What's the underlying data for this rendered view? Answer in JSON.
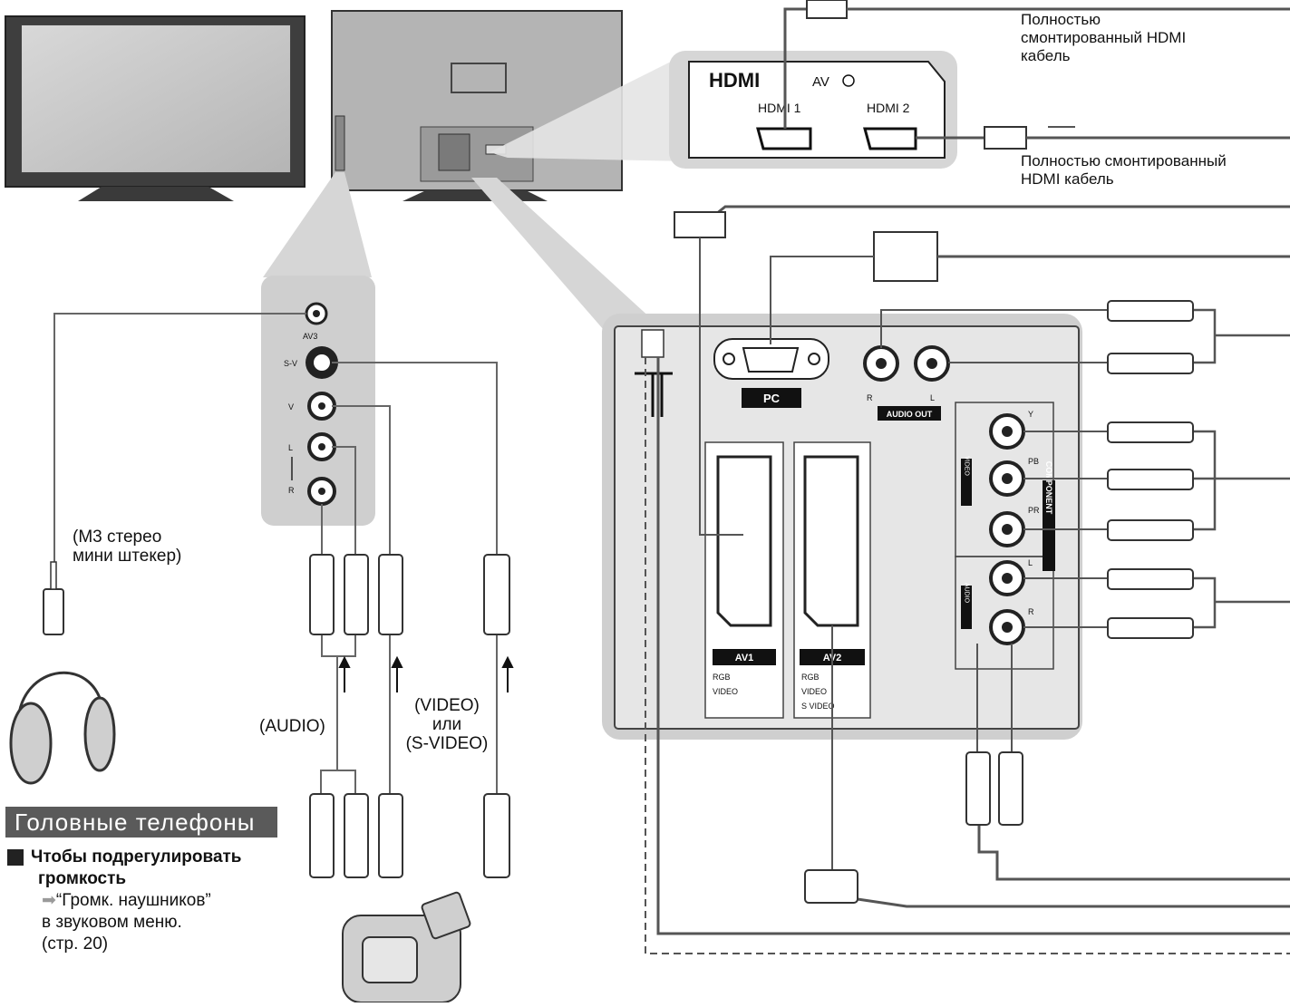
{
  "hdmi_panel": {
    "logo": "HDMI",
    "av_label": "AV",
    "port1": "HDMI 1",
    "port2": "HDMI 2"
  },
  "hdmi_cable_1": "Полностью\nсмонтированный HDMI\nкабель",
  "hdmi_cable_2": "Полностью смонтированный\nHDMI кабель",
  "side_panel": {
    "av3": "AV3",
    "sv": "S-V",
    "v": "V",
    "l": "L",
    "r": "R"
  },
  "rear_panel": {
    "pc": "PC",
    "audio_out": "AUDIO OUT",
    "audio_r": "R",
    "audio_l": "L",
    "comp_y": "Y",
    "comp_pb": "PB",
    "comp_pr": "PR",
    "comp_l": "L",
    "comp_r": "R",
    "video_vertical": "VIDEO",
    "audio_vertical": "AUDIO",
    "component_vertical": "COMPONENT",
    "av1_label": "AV1",
    "av2_label": "AV2",
    "av1_rgb": "RGB",
    "av1_video": "VIDEO",
    "av2_rgb": "RGB",
    "av2_video": "VIDEO",
    "av2_svideo": "S VIDEO"
  },
  "labels": {
    "m3_plug": "(M3 стерео\nмини штекер)",
    "audio": "(AUDIO)",
    "video": "(VIDEO)\nили\n(S-VIDEO)"
  },
  "headphones": {
    "title": "Головные  телефоны",
    "adjust_line1": "Чтобы подрегулировать",
    "adjust_line2": "громкость",
    "ref_line1": "“Громк. наушников”",
    "ref_line2": "в  звуковом  меню.",
    "ref_line3": "(стр. 20)"
  },
  "colors": {
    "panel_gray": "#cfcfcf",
    "panel_light": "#e6e6e6",
    "line": "#555555",
    "label_black": "#111111"
  }
}
